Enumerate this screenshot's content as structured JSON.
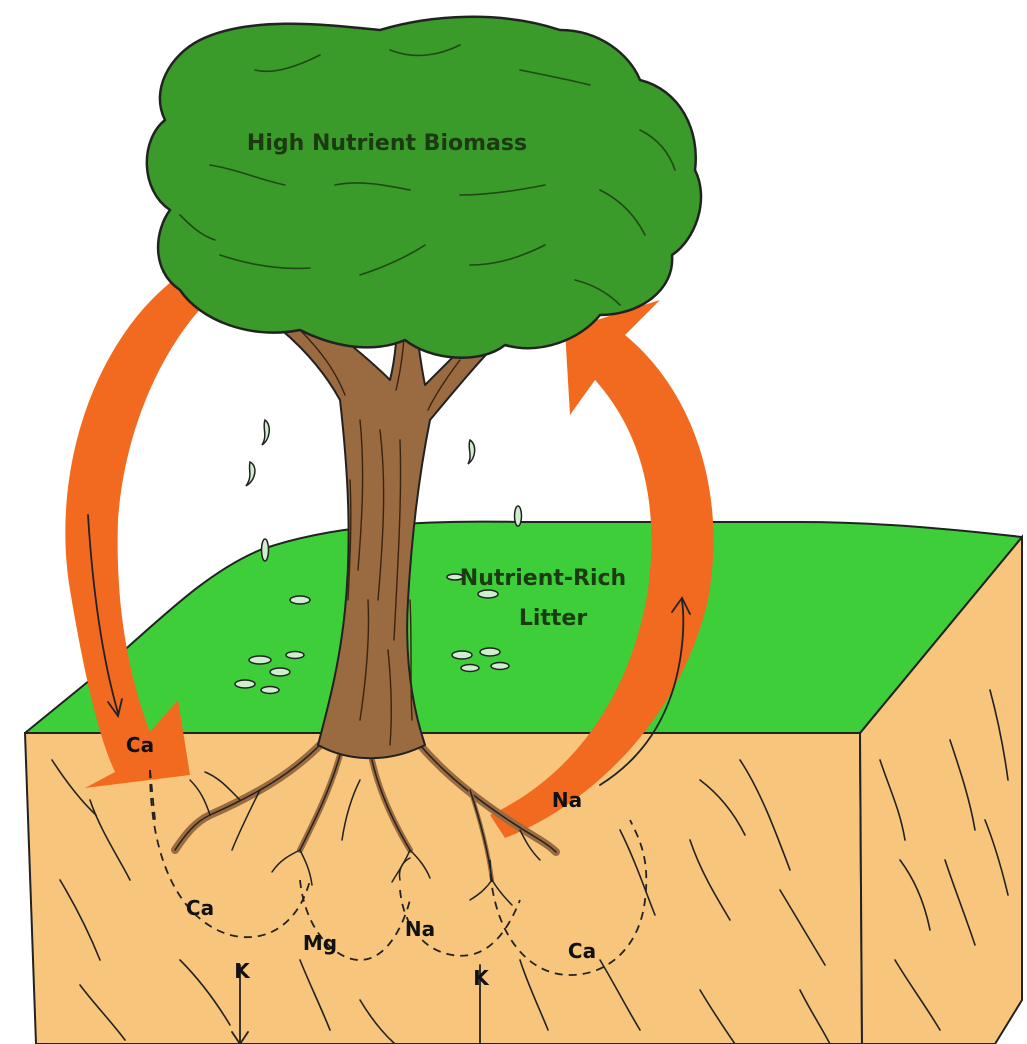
{
  "diagram": {
    "canopy_label": "High Nutrient Biomass",
    "litter_label_line1": "Nutrient-Rich",
    "litter_label_line2": "Litter",
    "nutrients": {
      "ca_surface": "Ca",
      "na_uptake": "Na",
      "ca_left": "Ca",
      "mg": "Mg",
      "na_mid": "Na",
      "ca_right": "Ca",
      "k_left": "K",
      "k_mid": "K"
    }
  },
  "colors": {
    "canopy": "#3a9a2a",
    "grass": "#3dce3a",
    "soil": "#f7c67c",
    "trunk": "#9a6a40",
    "arrow": "#f26a1f"
  }
}
